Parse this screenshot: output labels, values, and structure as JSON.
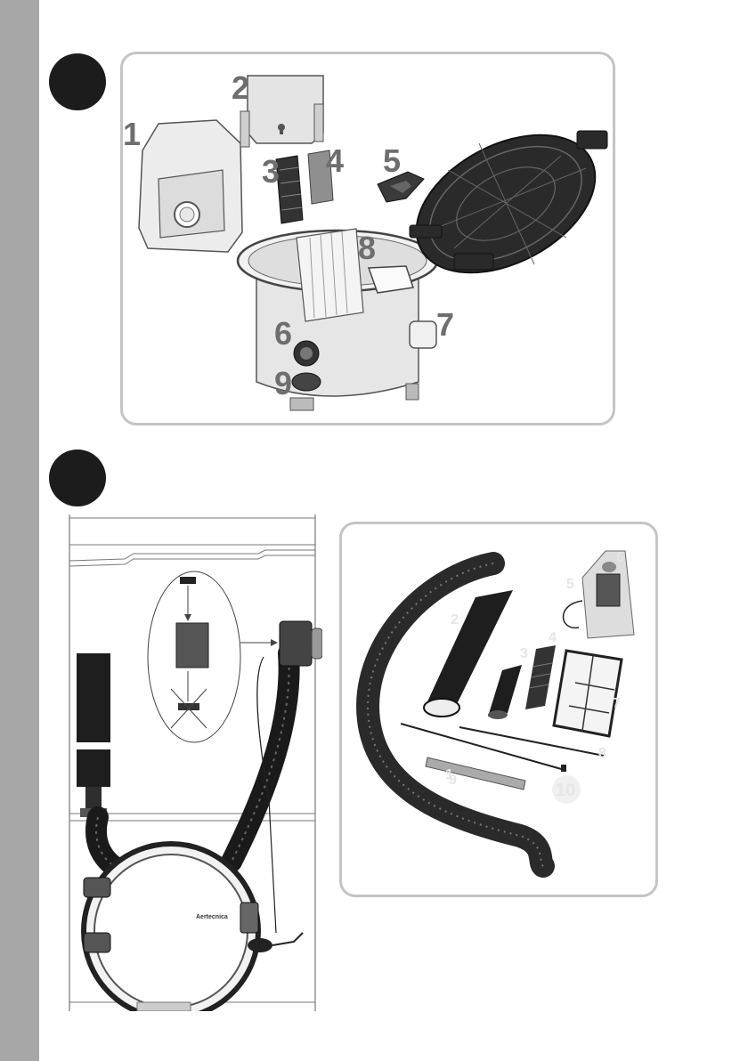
{
  "figure1": {
    "part_labels": [
      "1",
      "2",
      "3",
      "4",
      "5",
      "6",
      "7",
      "8",
      "9"
    ]
  },
  "figure2": {
    "part_labels": [
      "1",
      "2",
      "3",
      "4",
      "5",
      "6",
      "7",
      "8",
      "9",
      "10"
    ],
    "brand_mark": "Aertecnica"
  },
  "colors": {
    "side_bar": "#a7a7a7",
    "panel_border": "#c4c4c4",
    "bullet": "#1c1c1c",
    "label_grey": "#6e6e6e"
  }
}
